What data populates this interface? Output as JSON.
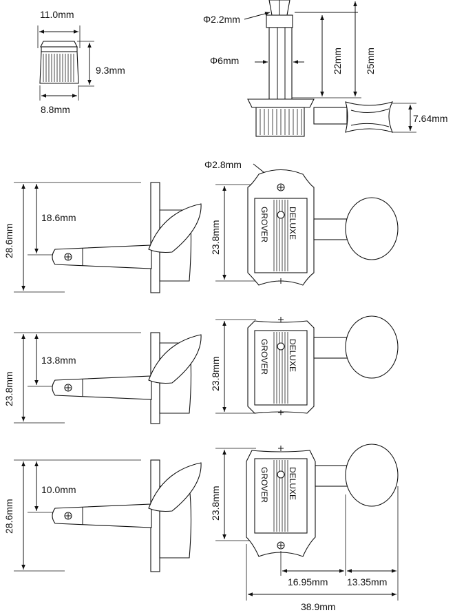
{
  "labels": {
    "bushing_width": "11.0mm",
    "bushing_height": "9.3mm",
    "bushing_base": "8.8mm",
    "post_diameter": "Φ2.2mm",
    "shaft_diameter": "Φ6mm",
    "post_22": "22mm",
    "post_25": "25mm",
    "button_thickness": "7.64mm",
    "screw_hole": "Φ2.8mm",
    "side1_total": "28.6mm",
    "side1_post": "18.6mm",
    "side2_total": "23.8mm",
    "side2_post": "13.8mm",
    "side3_total": "28.6mm",
    "side3_post": "10.0mm",
    "front1_height": "23.8mm",
    "front2_height": "23.8mm",
    "front3_height": "23.8mm",
    "front_to_button": "16.95mm",
    "button_width": "13.35mm",
    "overall_width": "38.9mm"
  },
  "brand": {
    "left": "GROVER",
    "right": "DELUXE"
  }
}
